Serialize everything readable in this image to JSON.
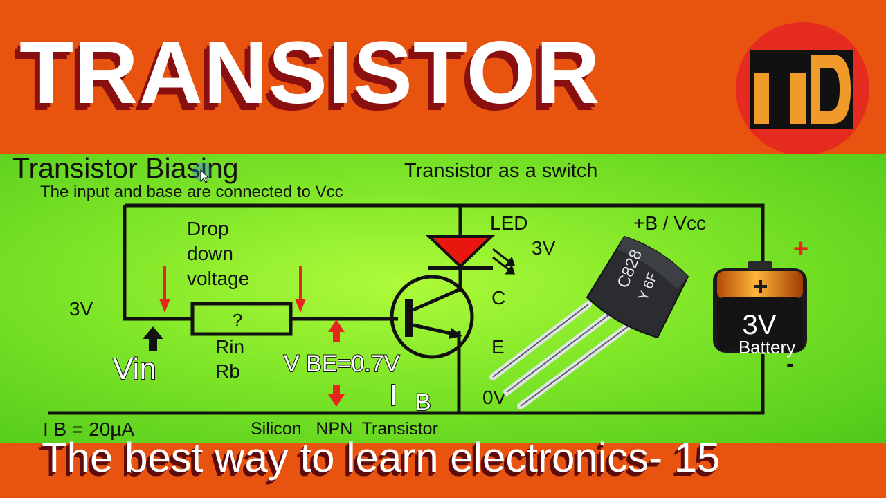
{
  "header": {
    "title": "TRANSISTOR"
  },
  "logo": {
    "left_letter": "T",
    "right_letter": "D"
  },
  "diagram": {
    "heading": "Transistor Biasing",
    "subheading": "Transistor as a switch",
    "caption": "The input and base are connected to Vcc",
    "labels": {
      "drop_down_line1": "Drop",
      "drop_down_line2": "down",
      "drop_down_line3": "voltage",
      "input_voltage": "3V",
      "vin": "Vin",
      "resistor_value": "?",
      "rin": "Rin",
      "rb": "Rb",
      "vbe": "V BE=0.7V",
      "ib_symbol": "I",
      "ib_subscript": "B",
      "led": "LED",
      "led_voltage": "3V",
      "collector": "C",
      "emitter": "E",
      "ground": "0V",
      "supply": "+B / Vcc",
      "ib_value": "I B = 20µA",
      "transistor_type": "Silicon   NPN  Transistor",
      "part_marking_1": "C828",
      "part_marking_2": "Y  6F"
    },
    "battery": {
      "plus": "+",
      "voltage": "3V",
      "name": "Battery",
      "minus": "-"
    }
  },
  "footer": {
    "text": "The best way to learn electronics- 15"
  },
  "colors": {
    "orange": "#e8540f",
    "green": "#7fe628",
    "red_arrow": "#e8251c",
    "led_red": "#e8160f",
    "wire": "#111111"
  }
}
